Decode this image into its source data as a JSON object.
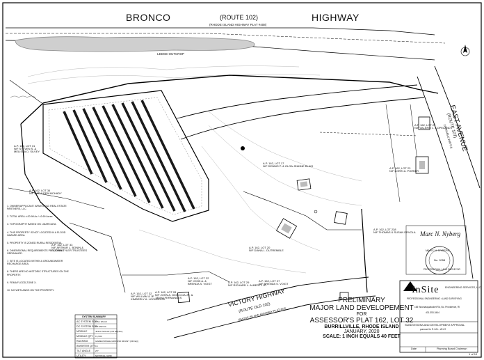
{
  "roads": {
    "bronco": "BRONCO",
    "route102": "(ROUTE 102)",
    "highway": "HIGHWAY",
    "ri_plat": "(RHODE ISLAND HIGHWAY PLAT #408)",
    "east_avenue": "EAST AVENUE",
    "route107": "(ROUTE 107)",
    "east_width": "(VARIABLE WIDTH)",
    "victory": "VICTORY HIGHWAY",
    "victory_route": "(ROUTE OLD 102)",
    "victory_plat": "(RHODE ISLAND HIGHWAY PLAT #53)",
    "ledge": "LEDGE OUTCROP"
  },
  "lots": [
    {
      "id": "lot-31",
      "text": "A.P. 162, LOT 31\nN/F STEVEN S. &\nMELISSA D. SILVEY"
    },
    {
      "id": "lot-34",
      "text": "A.P. 162, LOT 34\nN/F KATHLEEN MCHADY"
    },
    {
      "id": "lot-33",
      "text": "A.P. 162, LOT 33\nN/F ARTHUR L. BONIN &\nGLORIA TYLER TRUSTEES"
    },
    {
      "id": "lot-17",
      "text": "A.P. 162, LOT 17\nN/F DENNIS P. & OLGA JEANNE BLAIS"
    },
    {
      "id": "lot-24",
      "text": "A.P. 162, LOT 24\nN/F VALERIE L. COPELAND"
    },
    {
      "id": "lot-23",
      "text": "A.P. 162, LOT 23\nN/F LORRI A. POIRIER"
    },
    {
      "id": "lot-238",
      "text": "A.P. 162, LOT 238\nN/F THOMAS & SUSAN ERVOLA"
    },
    {
      "id": "lot-20",
      "text": "A.P. 162, LOT 20\nN/F DIANA L. DUTREMBLE"
    },
    {
      "id": "lot-28",
      "text": "A.P. 162, LOT 28\nN/F JOHN A. DIOCCCIA JR. &\nTANYA FERNANDES"
    },
    {
      "id": "lot-29",
      "text": "A.P. 162, LOT 29\nN/F RICHARD L. ALBERTY JR"
    },
    {
      "id": "lot-27",
      "text": "A.P. 162, LOT 27\nN/F BRENDA S. VOIGT"
    },
    {
      "id": "lot-22",
      "text": "A.P. 162, LOT 22\nN/F JOHN A. &\nBRENDA S. VOIGT"
    },
    {
      "id": "lot-32b",
      "text": "A.P. 162, LOT 32\nN/F WILLIAM & JE\nKIMBERLY A. LOCKWOOD"
    }
  ],
  "title_block": {
    "line1": "PRELIMINARY",
    "line2": "MAJOR LAND DEVELOPEMENT",
    "line3": "FOR",
    "line4": "ASSESSOR'S PLAT 162, LOT 32",
    "line5": "BURRILLVILLE, RHODE ISLAND",
    "line6": "JANUARY, 2020",
    "line7": "SCALE: 1 INCH EQUALS 40 FEET"
  },
  "summary": {
    "heading": "SYSTEM SUMMARY",
    "rows": [
      [
        "AC SYSTEM SIZE",
        "0.5m kW AC"
      ],
      [
        "DC SYSTEM SIZE",
        "0.5 MW DC"
      ],
      [
        "MODULE",
        "JINKO SOLAR (OR EQUAL)"
      ],
      [
        "MODULE QTY",
        "±1,930"
      ],
      [
        "RACKING",
        "GAMECHANGE GROUND MOUNT (OR EQ)"
      ],
      [
        "INVERTER QTY",
        "16"
      ],
      [
        "TILT ANGLE",
        "25°"
      ],
      [
        "UTILITY",
        "NATIONAL GRID"
      ]
    ]
  },
  "insite": {
    "logo": "InSite",
    "tagline": "ENGINEERING SERVICES, LLC",
    "sub": "PROFESSIONAL ENGINEERING • LAND SURVEYING",
    "address": "165 Woonasquatucket Rd, No. Providence, RI",
    "phone": "401-353-3444"
  },
  "approval": {
    "title": "SUBDIVISION/LAND DEVELOPMENT APPROVAL",
    "subtitle": "pursuant to R.I.G.L. 45-23",
    "date": "Date",
    "chairman": "Planning Board Chairman"
  },
  "stamp": {
    "name": "MARC N. NYBERG",
    "no": "No. 2058",
    "title": "PROFESSIONAL LAND SURVEYOR"
  },
  "signature": "Marc N. Nyberg",
  "sheet_no": "1 of 10",
  "notes": [
    "1. OWNER/APPLICANT: ARMISTEAD REAL ESTATE PARTNERS, LLC",
    "2. TOTAL AREA: ±20.98 Ac / ±2.69 Acres",
    "3. TOPOGRAPHY BASED ON LIDAR DATA.",
    "4. THIS PROPERTY IS NOT LOCATED IN A FLOOD HAZARD AREA.",
    "5. PROPERTY IS ZONED RURAL RESIDENTIAL.",
    "6. DIMENSIONAL REQUIREMENTS PER ZONING ORDINANCE.",
    "7. SITE IS LOCATED WITHIN A GROUNDWATER RECHARGE AREA.",
    "8. THERE ARE NO HISTORIC STRUCTURES ON THE PROPERTY.",
    "9. FEMA FLOOD ZONE X.",
    "10. NO WETLANDS ON THE PROPERTY."
  ]
}
